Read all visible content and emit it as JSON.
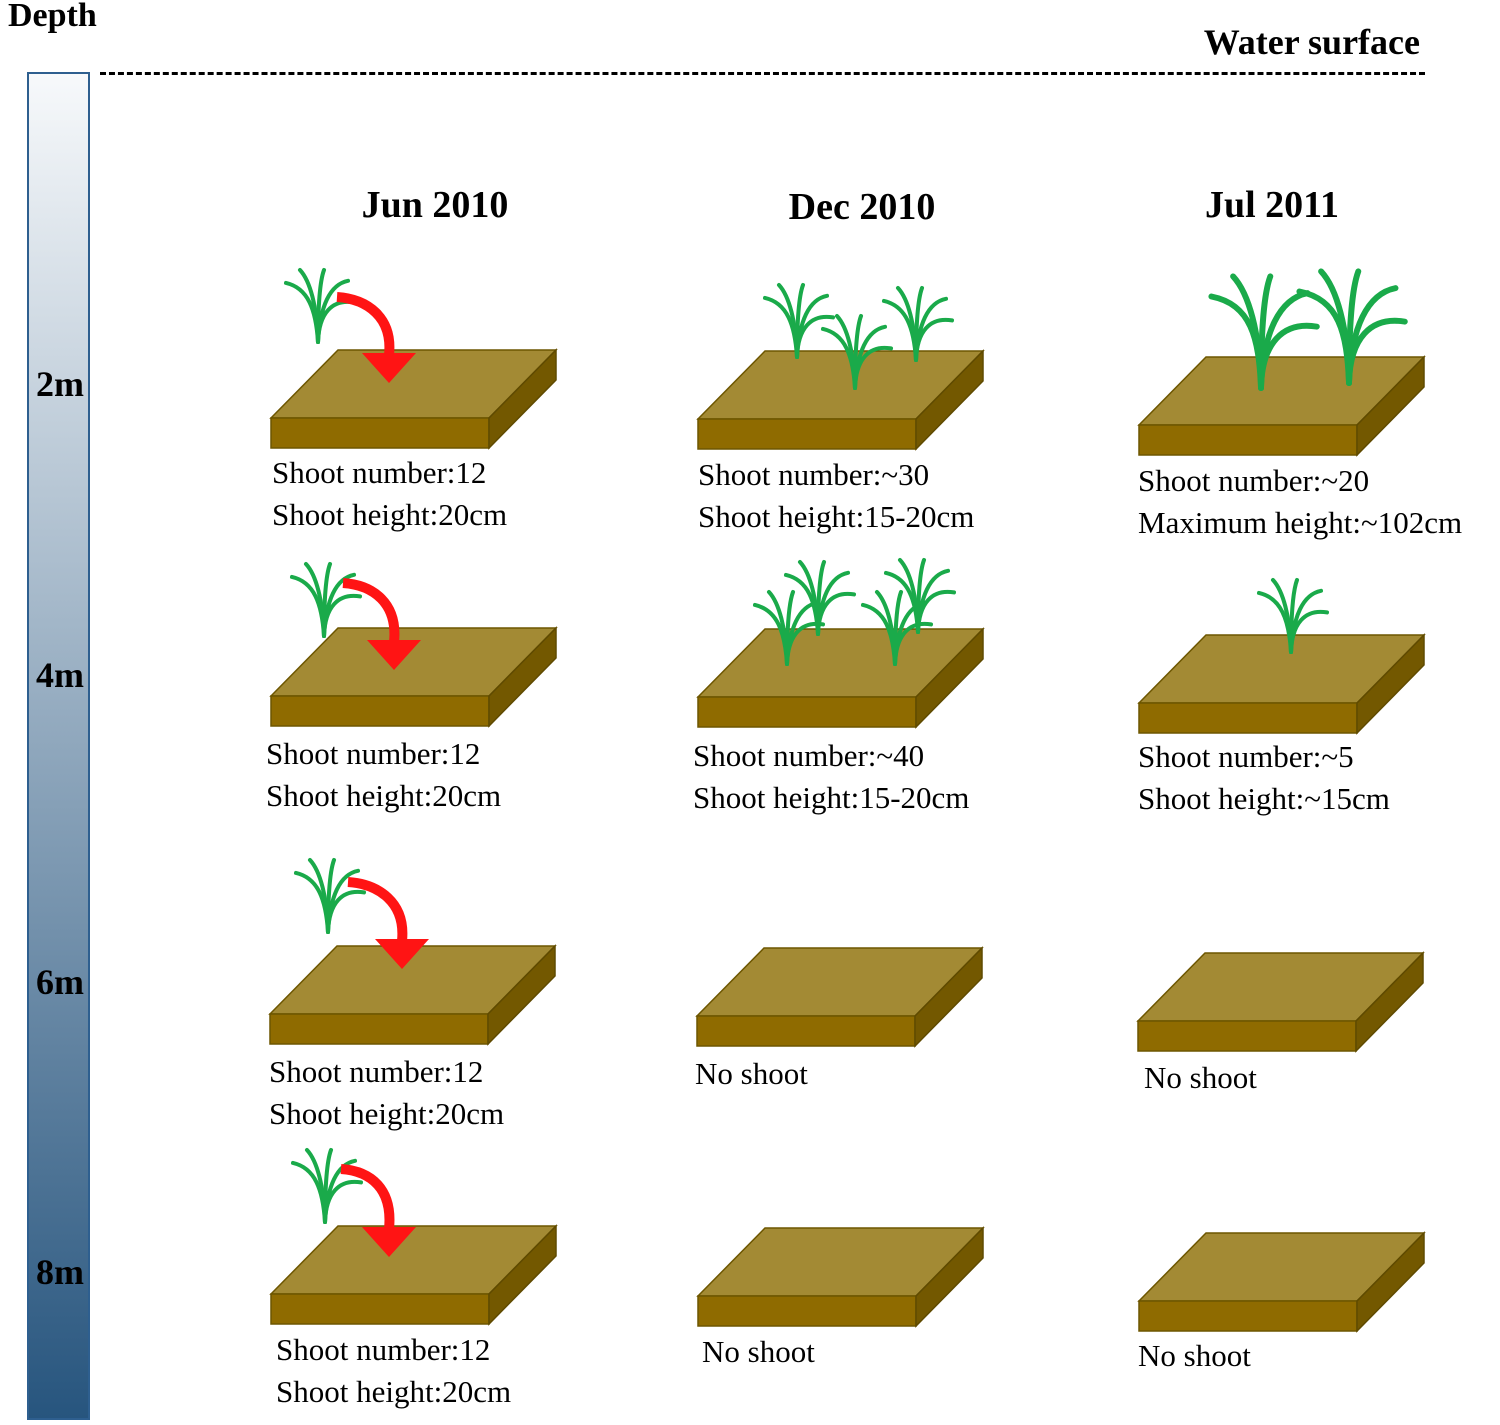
{
  "depth_axis": {
    "title": "Depth",
    "ticks": [
      "2m",
      "4m",
      "6m",
      "8m"
    ],
    "gradient_top": "#f7f9fb",
    "gradient_bottom": "#27557e"
  },
  "water_surface": "Water surface",
  "columns": [
    "Jun 2010",
    "Dec 2010",
    "Jul 2011"
  ],
  "colors": {
    "plant": "#1aaa4a",
    "arrow": "#ff1414",
    "soil_top": "#a38a34",
    "soil_front": "#8f6b00",
    "soil_side": "#735800"
  },
  "rows": [
    {
      "depth": "2m",
      "jun2010": {
        "lines": [
          "Shoot number:12",
          "Shoot height:20cm"
        ]
      },
      "dec2010": {
        "lines": [
          "Shoot number:~30",
          "Shoot height:15-20cm"
        ]
      },
      "jul2011": {
        "lines": [
          "Shoot number:~20",
          "Maximum height:~102cm"
        ]
      }
    },
    {
      "depth": "4m",
      "jun2010": {
        "lines": [
          "Shoot number:12",
          "Shoot height:20cm"
        ]
      },
      "dec2010": {
        "lines": [
          "Shoot number:~40",
          "Shoot height:15-20cm"
        ]
      },
      "jul2011": {
        "lines": [
          "Shoot number:~5",
          "Shoot height:~15cm"
        ]
      }
    },
    {
      "depth": "6m",
      "jun2010": {
        "lines": [
          "Shoot number:12",
          "Shoot height:20cm"
        ]
      },
      "dec2010": {
        "lines": [
          "No shoot"
        ]
      },
      "jul2011": {
        "lines": [
          "No shoot"
        ]
      }
    },
    {
      "depth": "8m",
      "jun2010": {
        "lines": [
          "Shoot number:12",
          "Shoot height:20cm"
        ]
      },
      "dec2010": {
        "lines": [
          "No shoot"
        ]
      },
      "jul2011": {
        "lines": [
          "No shoot"
        ]
      }
    }
  ]
}
